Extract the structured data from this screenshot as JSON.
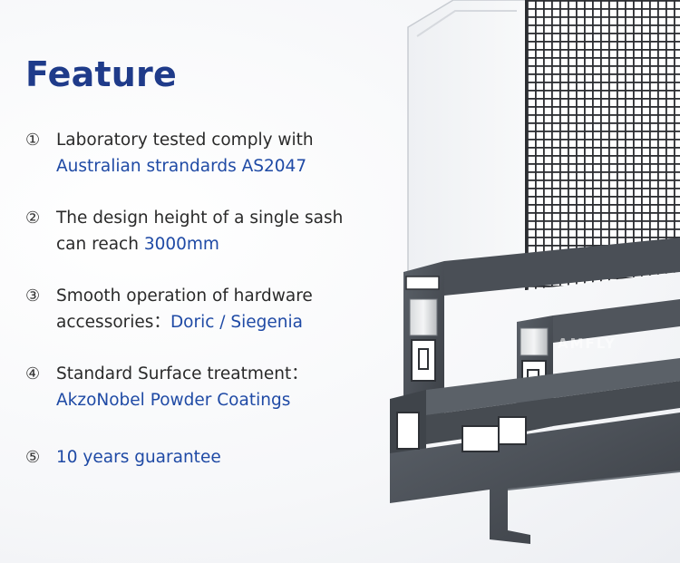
{
  "title": "Feature",
  "features": [
    {
      "number": "①",
      "line1": "Laboratory tested comply with",
      "line2_prefix": "",
      "line2_highlight": "Australian strandards AS2047"
    },
    {
      "number": "②",
      "line1": "The design height of a single sash",
      "line2_prefix": "can reach ",
      "line2_highlight": "3000mm"
    },
    {
      "number": "③",
      "line1": "Smooth operation of hardware",
      "line2_prefix": "accessories：",
      "line2_highlight": "Doric / Siegenia"
    },
    {
      "number": "④",
      "line1": "Standard Surface treatment：",
      "line2_prefix": "",
      "line2_highlight": "AkzoNobel Powder Coatings"
    },
    {
      "number": "⑤",
      "line1": "",
      "line2_prefix": "",
      "line2_highlight": "10 years guarantee"
    }
  ],
  "watermark": "AMFLY",
  "colors": {
    "accent": "#1f4aa5",
    "title": "#1f3b8a",
    "frame": "#4a4f56"
  },
  "icons": [
    "window-profile-illustration",
    "insect-mesh-screen"
  ]
}
